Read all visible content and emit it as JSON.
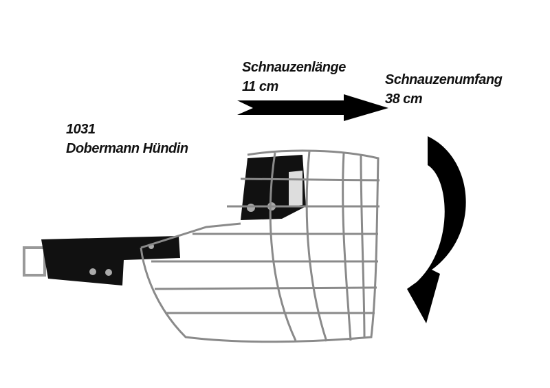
{
  "product": {
    "number": "1031",
    "name": "Dobermann Hündin"
  },
  "measurements": {
    "length_label": "Schnauzenlänge",
    "length_value": "11 cm",
    "circumference_label": "Schnauzenumfang",
    "circumference_value": "38 cm"
  }
}
